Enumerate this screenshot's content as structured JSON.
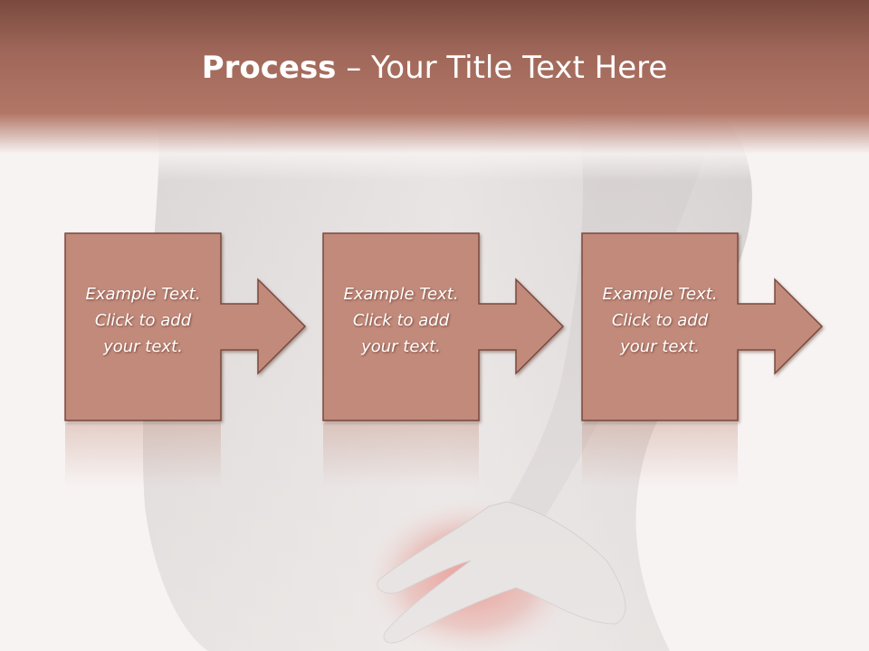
{
  "slide": {
    "title_bold": "Process",
    "title_rest": " – Your Title Text Here"
  },
  "steps": [
    {
      "line1": "Example Text.",
      "line2": "Click  to add",
      "line3": "your text."
    },
    {
      "line1": "Example Text.",
      "line2": "Click  to add",
      "line3": "your text."
    },
    {
      "line1": "Example Text.",
      "line2": "Click  to add",
      "line3": "your text."
    }
  ],
  "colors": {
    "header": "#a0685a",
    "box_fill": "#c18a7a",
    "box_stroke": "#7a4a3f"
  }
}
